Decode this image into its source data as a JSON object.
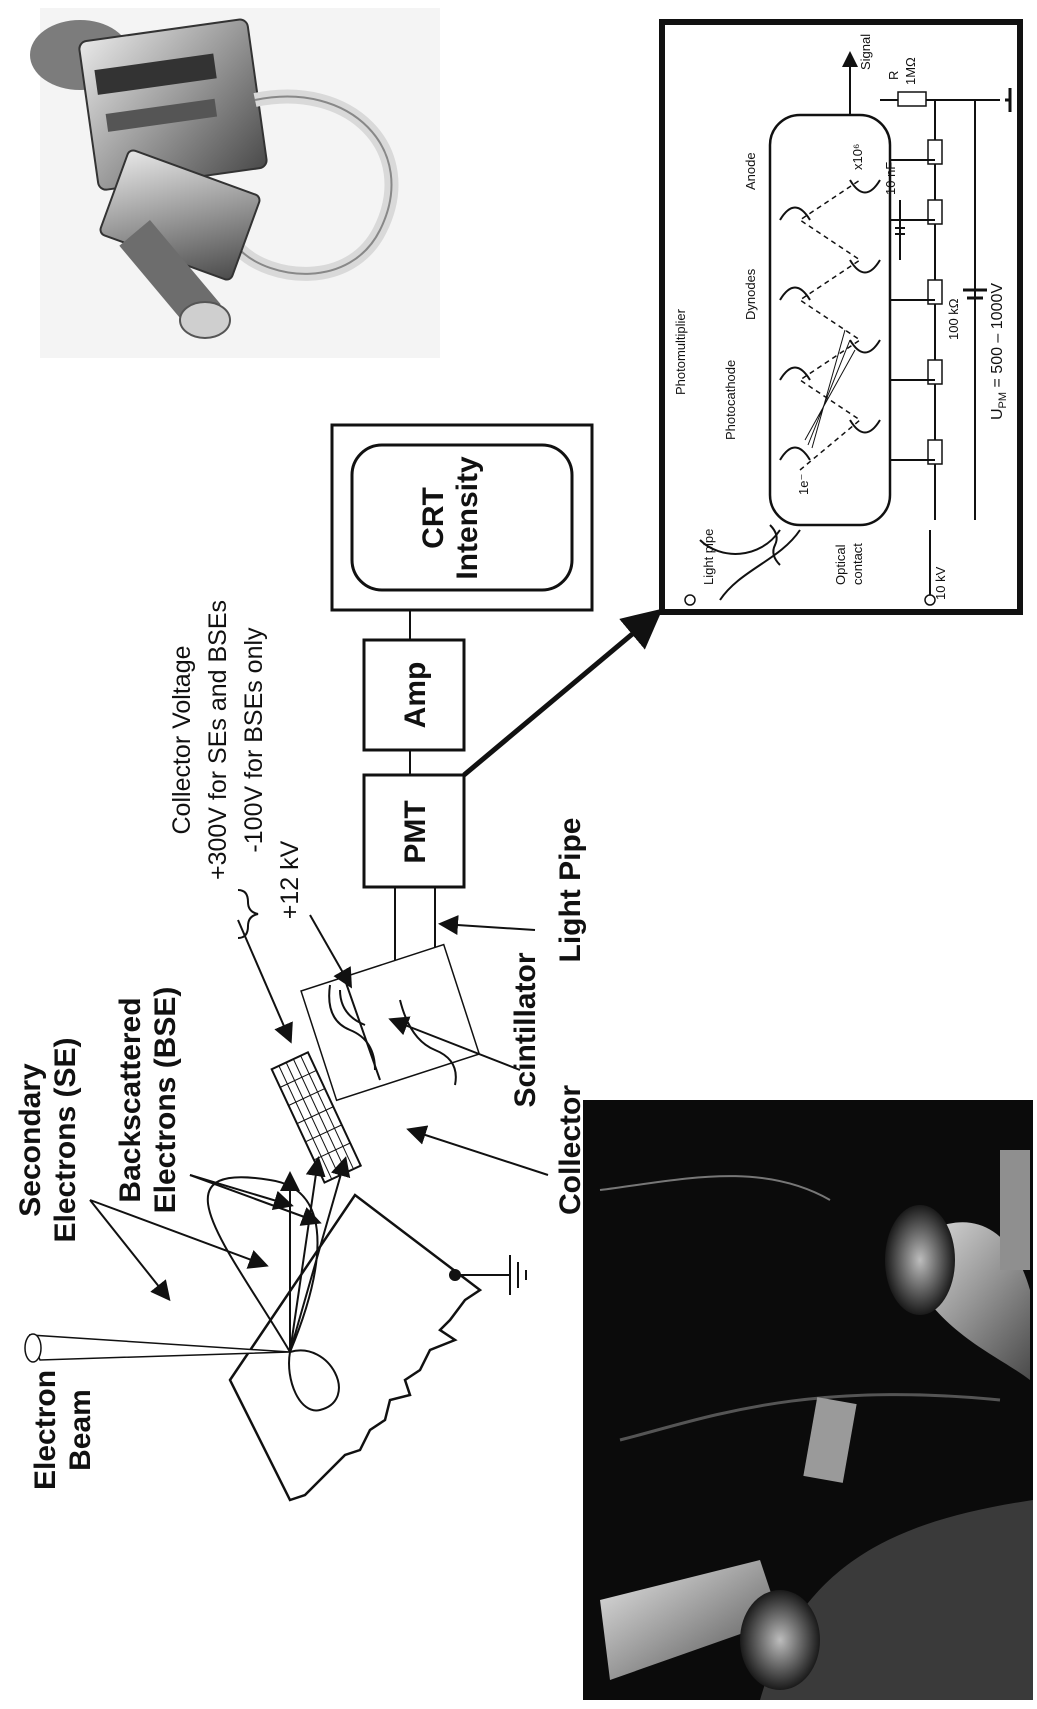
{
  "labels": {
    "electron_beam_l1": "Electron",
    "electron_beam_l2": "Beam",
    "secondary_l1": "Secondary",
    "secondary_l2": "Electrons (SE)",
    "backscattered_l1": "Backscattered",
    "backscattered_l2": "Electrons (BSE)",
    "collector": "Collector",
    "scintillator": "Scintillator",
    "light_pipe": "Light Pipe",
    "collector_voltage_title": "Collector Voltage",
    "collector_voltage_plus": "+300V for SEs and BSEs",
    "collector_voltage_minus": "-100V for BSEs only",
    "scintillator_voltage": "+12 kV",
    "pmt": "PMT",
    "amp": "Amp",
    "crt_l1": "CRT",
    "crt_l2": "Intensity"
  },
  "photomultiplier": {
    "title": "Photomultiplier",
    "signal": "Signal",
    "r_label": "R",
    "r_value": "1MΩ",
    "anode": "Anode",
    "dynodes": "Dynodes",
    "photocathode": "Photocathode",
    "light_pipe": "Light pipe",
    "optical_l1": "Optical",
    "optical_l2": "contact",
    "gain": "x10⁶",
    "electron": "1e⁻",
    "capacitor": "10 nF",
    "resistor": "100 kΩ",
    "hv": "10 kV",
    "upm": "U",
    "upm_sub": "PM",
    "upm_range": " = 500 – 1000V"
  },
  "colors": {
    "ink": "#111111",
    "photo_dark": "#0b0b0b",
    "photo_mid": "#8a8a8a",
    "paper": "#ffffff"
  }
}
